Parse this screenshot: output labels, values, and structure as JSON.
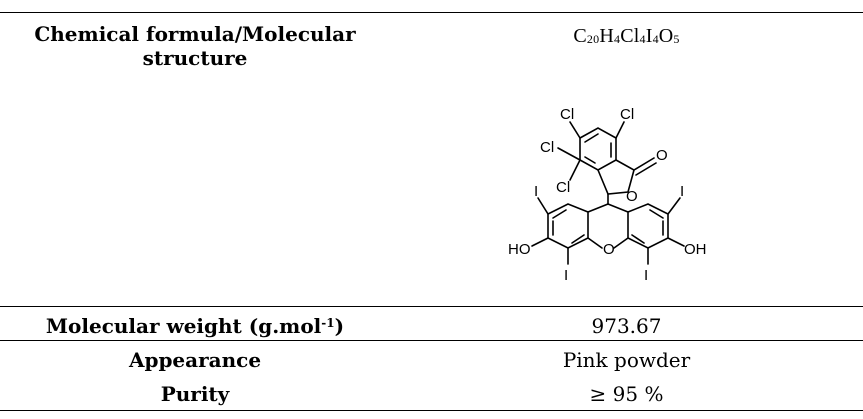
{
  "rows": [
    {
      "label_line1": "Chemical formula/Molecular",
      "label_line2": "structure",
      "formula": {
        "parts": [
          {
            "t": "C",
            "sub": "20"
          },
          {
            "t": "H",
            "sub": "4"
          },
          {
            "t": "Cl",
            "sub": "4"
          },
          {
            "t": "I",
            "sub": "4"
          },
          {
            "t": "O",
            "sub": "5"
          }
        ]
      }
    },
    {
      "label": "Molecular weight (g.mol",
      "label_sup": "-1",
      "label_end": ")",
      "value": "973.67"
    },
    {
      "label": "Appearance",
      "value": "Pink powder"
    },
    {
      "label": "Purity",
      "value": "≥ 95 %"
    }
  ],
  "molecule_labels": {
    "cl_top_left": "Cl",
    "cl_top_right": "Cl",
    "cl_mid": "Cl",
    "cl_low": "Cl",
    "o_carbonyl": "O",
    "o_ring": "O",
    "i_left": "I",
    "i_right": "I",
    "i_bottom_left": "I",
    "i_bottom_right": "I",
    "o_bridge": "O",
    "ho_left": "HO",
    "oh_right": "OH"
  }
}
